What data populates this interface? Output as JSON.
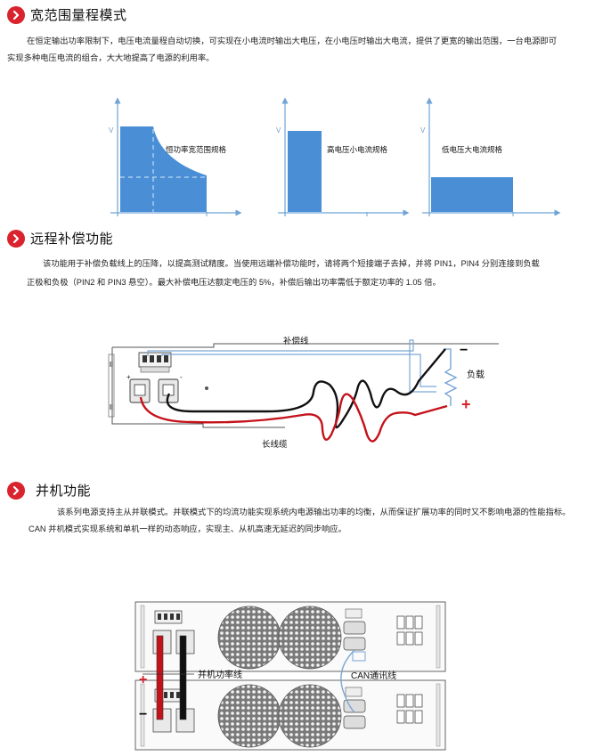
{
  "sections": [
    {
      "title": "宽范围量程模式",
      "lines": [
        "在恒定输出功率限制下，电压电流量程自动切换，可实现在小电流时输出大电压，在小电压时输出大电流，提供了更宽的输出范围，一台电源即可",
        "实现多种电压电流的组合，大大地提高了电源的利用率。"
      ]
    },
    {
      "title": "远程补偿功能",
      "lines": [
        "该功能用于补偿负载线上的压降，以提高测试精度。当使用远端补偿功能时，请将两个短接端子去掉，并将 PIN1，PIN4 分别连接到负载",
        "正极和负极（PIN2 和 PIN3 悬空）。最大补偿电压达额定电压的 5%，补偿后输出功率需低于额定功率的 1.05 倍。"
      ]
    },
    {
      "title": "并机功能",
      "lines": [
        "该系列电源支持主从并联模式。并联模式下的均流功能实现系统内电源输出功率的均衡，从而保证扩展功率的同时又不影响电源的性能指标。",
        "CAN 并机模式实现系统和单机一样的动态响应，实现主、从机高速无延迟的同步响应。"
      ]
    }
  ],
  "curves": [
    {
      "axis_label": "V",
      "caption": "恒功率宽范围规格"
    },
    {
      "axis_label": "V",
      "caption": "高电压小电流规格"
    },
    {
      "axis_label": "V",
      "caption": "低电压大电流规格"
    }
  ],
  "remote_diagram": {
    "sense_label": "补偿线",
    "load_label": "负载",
    "minus": "−",
    "plus": "+",
    "cable_label": "长线缆",
    "small_plus": "+",
    "small_minus": "-"
  },
  "parallel_diagram": {
    "power_line_label": "并机功率线",
    "can_line_label": "CAN通讯线",
    "plus": "+",
    "minus": "−"
  },
  "colors": {
    "accent_red": "#d9232e",
    "curve_fill": "#4a8fd6",
    "axis_blue": "#6fa3d6",
    "wire_red": "#c4121a",
    "wire_black": "#111111",
    "sense_blue": "#7aa6d4"
  }
}
